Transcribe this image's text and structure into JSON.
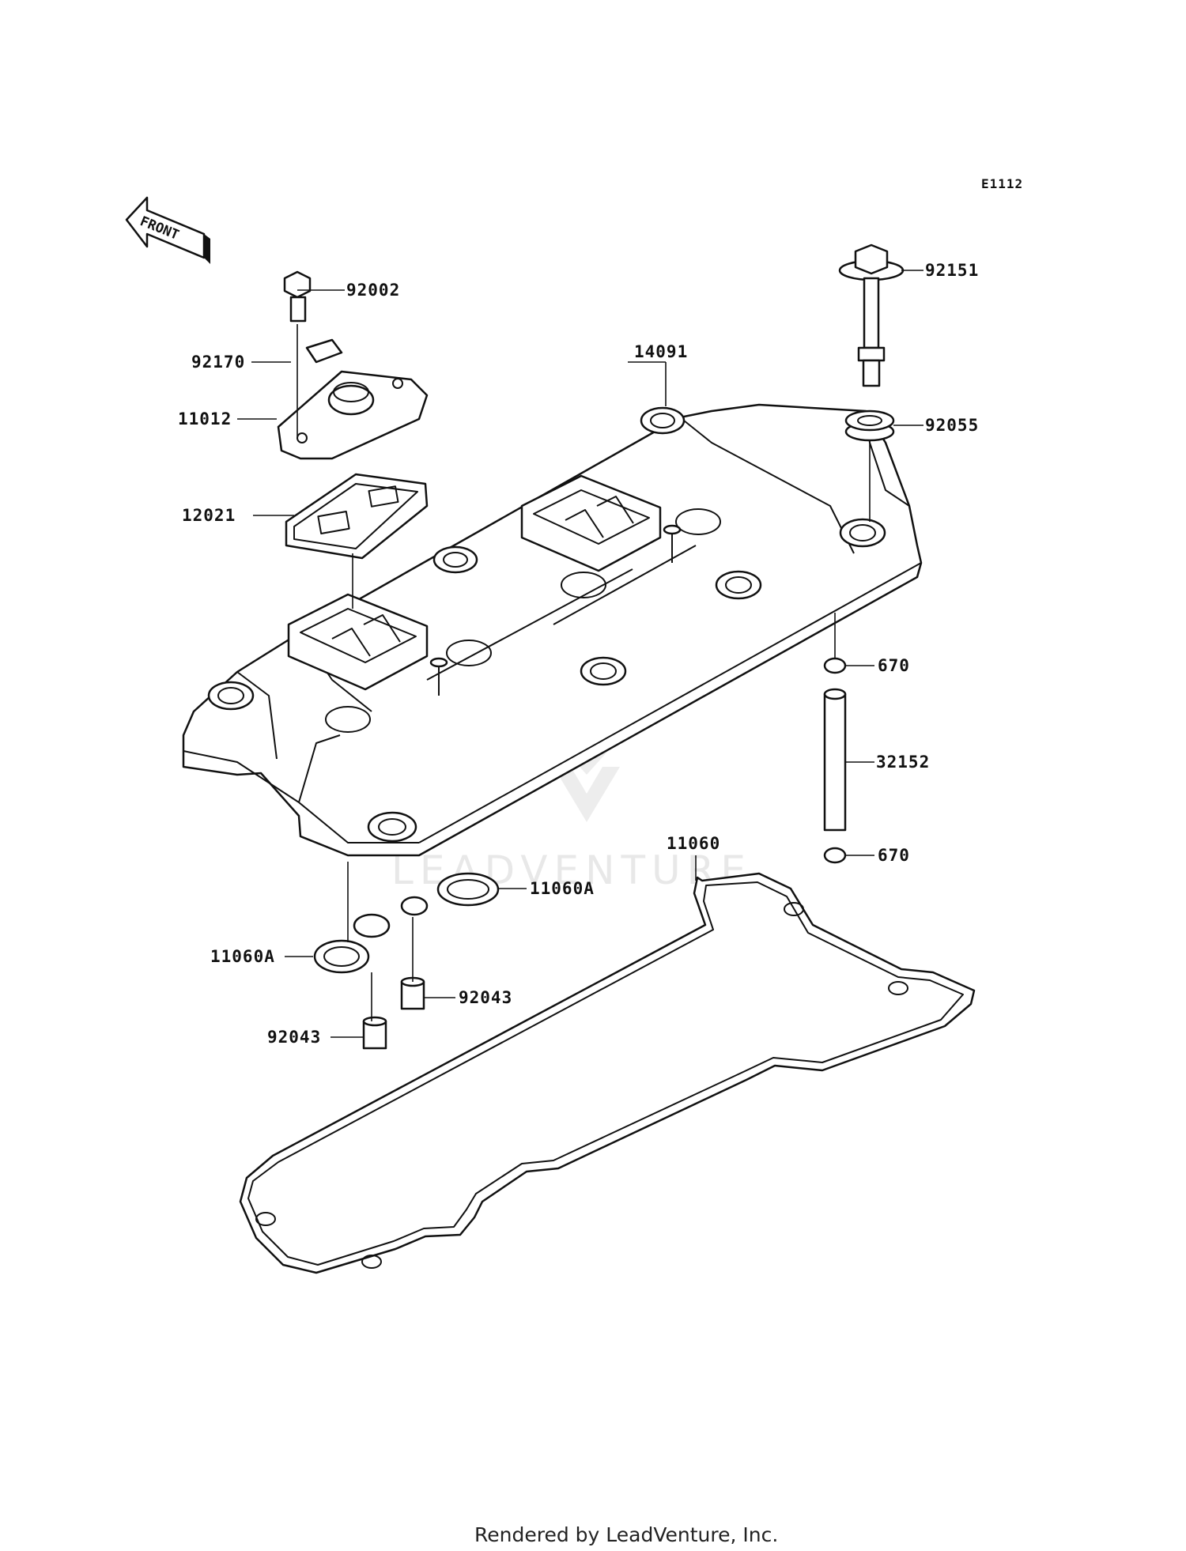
{
  "diagram_code": "E1112",
  "front_label": "FRONT",
  "credit": "Rendered by LeadVenture, Inc.",
  "watermark": "LEADVENTURE",
  "parts": [
    {
      "id": "p92002",
      "number": "92002"
    },
    {
      "id": "p92170",
      "number": "92170"
    },
    {
      "id": "p11012",
      "number": "11012"
    },
    {
      "id": "p12021",
      "number": "12021"
    },
    {
      "id": "p14091",
      "number": "14091"
    },
    {
      "id": "p92151",
      "number": "92151"
    },
    {
      "id": "p92055",
      "number": "92055"
    },
    {
      "id": "p670a",
      "number": "670"
    },
    {
      "id": "p32152",
      "number": "32152"
    },
    {
      "id": "p670b",
      "number": "670"
    },
    {
      "id": "p11060",
      "number": "11060"
    },
    {
      "id": "p11060A_r",
      "number": "11060A"
    },
    {
      "id": "p11060A_l",
      "number": "11060A"
    },
    {
      "id": "p92043_r",
      "number": "92043"
    },
    {
      "id": "p92043_l",
      "number": "92043"
    }
  ]
}
